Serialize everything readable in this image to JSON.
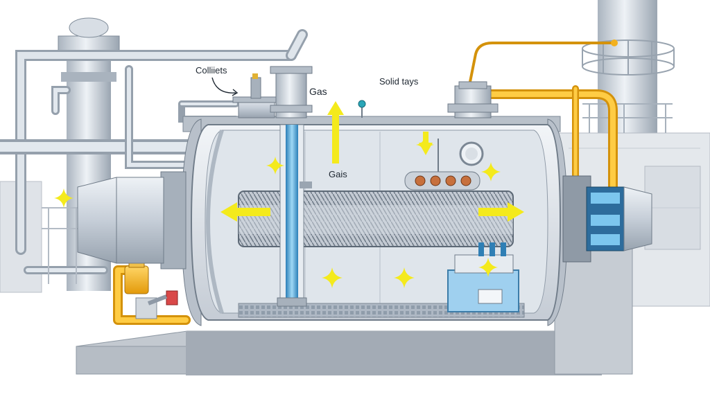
{
  "labels": {
    "collets": "Colliiets",
    "gas_top": "Gas",
    "solid_trays": "Solid tays",
    "gas_inner": "Gais"
  },
  "colors": {
    "steel": "#c9d1da",
    "steel_dark": "#8e99a6",
    "interior": "#dde3ea",
    "water_blue": "#4aa6d6",
    "yellow_pipe": "#f2b01e",
    "arrow_yellow": "#f4ea1c",
    "concrete": "#b8bec6",
    "tank_blue": "#a9d3f0"
  }
}
